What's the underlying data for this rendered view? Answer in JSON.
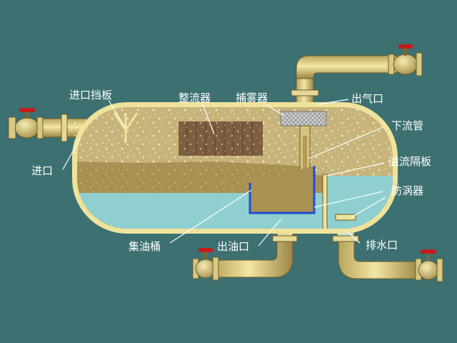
{
  "colors": {
    "background": "#3d7171",
    "vessel_wall": "#efe29a",
    "oil": "#a89152",
    "gas": "#c7b47a",
    "water": "#8fcfcf",
    "tub": "#1f4fd1",
    "valve": "#c41b1b",
    "label": "#ffffff"
  },
  "labels": {
    "inlet_baffle": "进口挡板",
    "flow_straightener": "整流器",
    "mist_eliminator": "捕雾器",
    "gas_outlet": "出气口",
    "downcomer": "下流管",
    "overflow_weir": "溢流隔板",
    "inlet": "进口",
    "vortex_breaker": "防涡器",
    "oil_bucket": "集油桶",
    "oil_outlet": "出油口",
    "water_outlet": "排水口"
  }
}
